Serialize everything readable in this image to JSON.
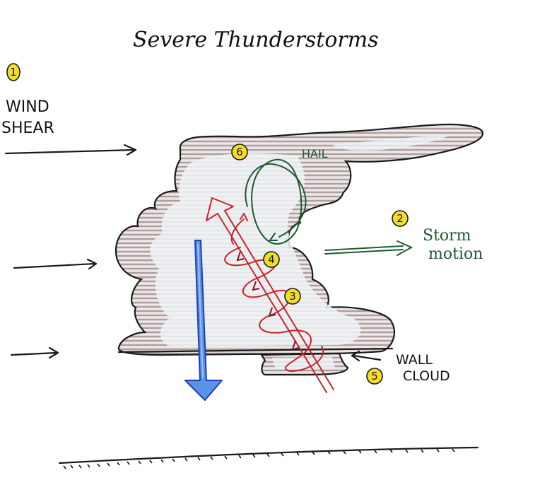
{
  "title": "Severe Thunderstorms",
  "labels": {
    "wind_shear_line1": "WIND",
    "wind_shear_line2": "SHEAR",
    "hail": "HAIL",
    "storm_motion_line1": "Storm",
    "storm_motion_line2": "motion",
    "wall_cloud_line1": "WALL",
    "wall_cloud_line2": "CLOUD"
  },
  "markers": [
    {
      "number": "1",
      "meaning": "wind-shear"
    },
    {
      "number": "2",
      "meaning": "storm-motion"
    },
    {
      "number": "3",
      "meaning": "rotating-updraft-lower"
    },
    {
      "number": "4",
      "meaning": "rotating-updraft-upper"
    },
    {
      "number": "5",
      "meaning": "wall-cloud"
    },
    {
      "number": "6",
      "meaning": "hail"
    }
  ],
  "colors": {
    "ink": "#111111",
    "cloud_shading": "#8f7a76",
    "cloud_fill": "#eef3f6",
    "updraft_red": "#c8232b",
    "downdraft_blue": "#3a72d8",
    "hail_green": "#1f5a32",
    "badge_yellow": "#f4dc2a"
  }
}
